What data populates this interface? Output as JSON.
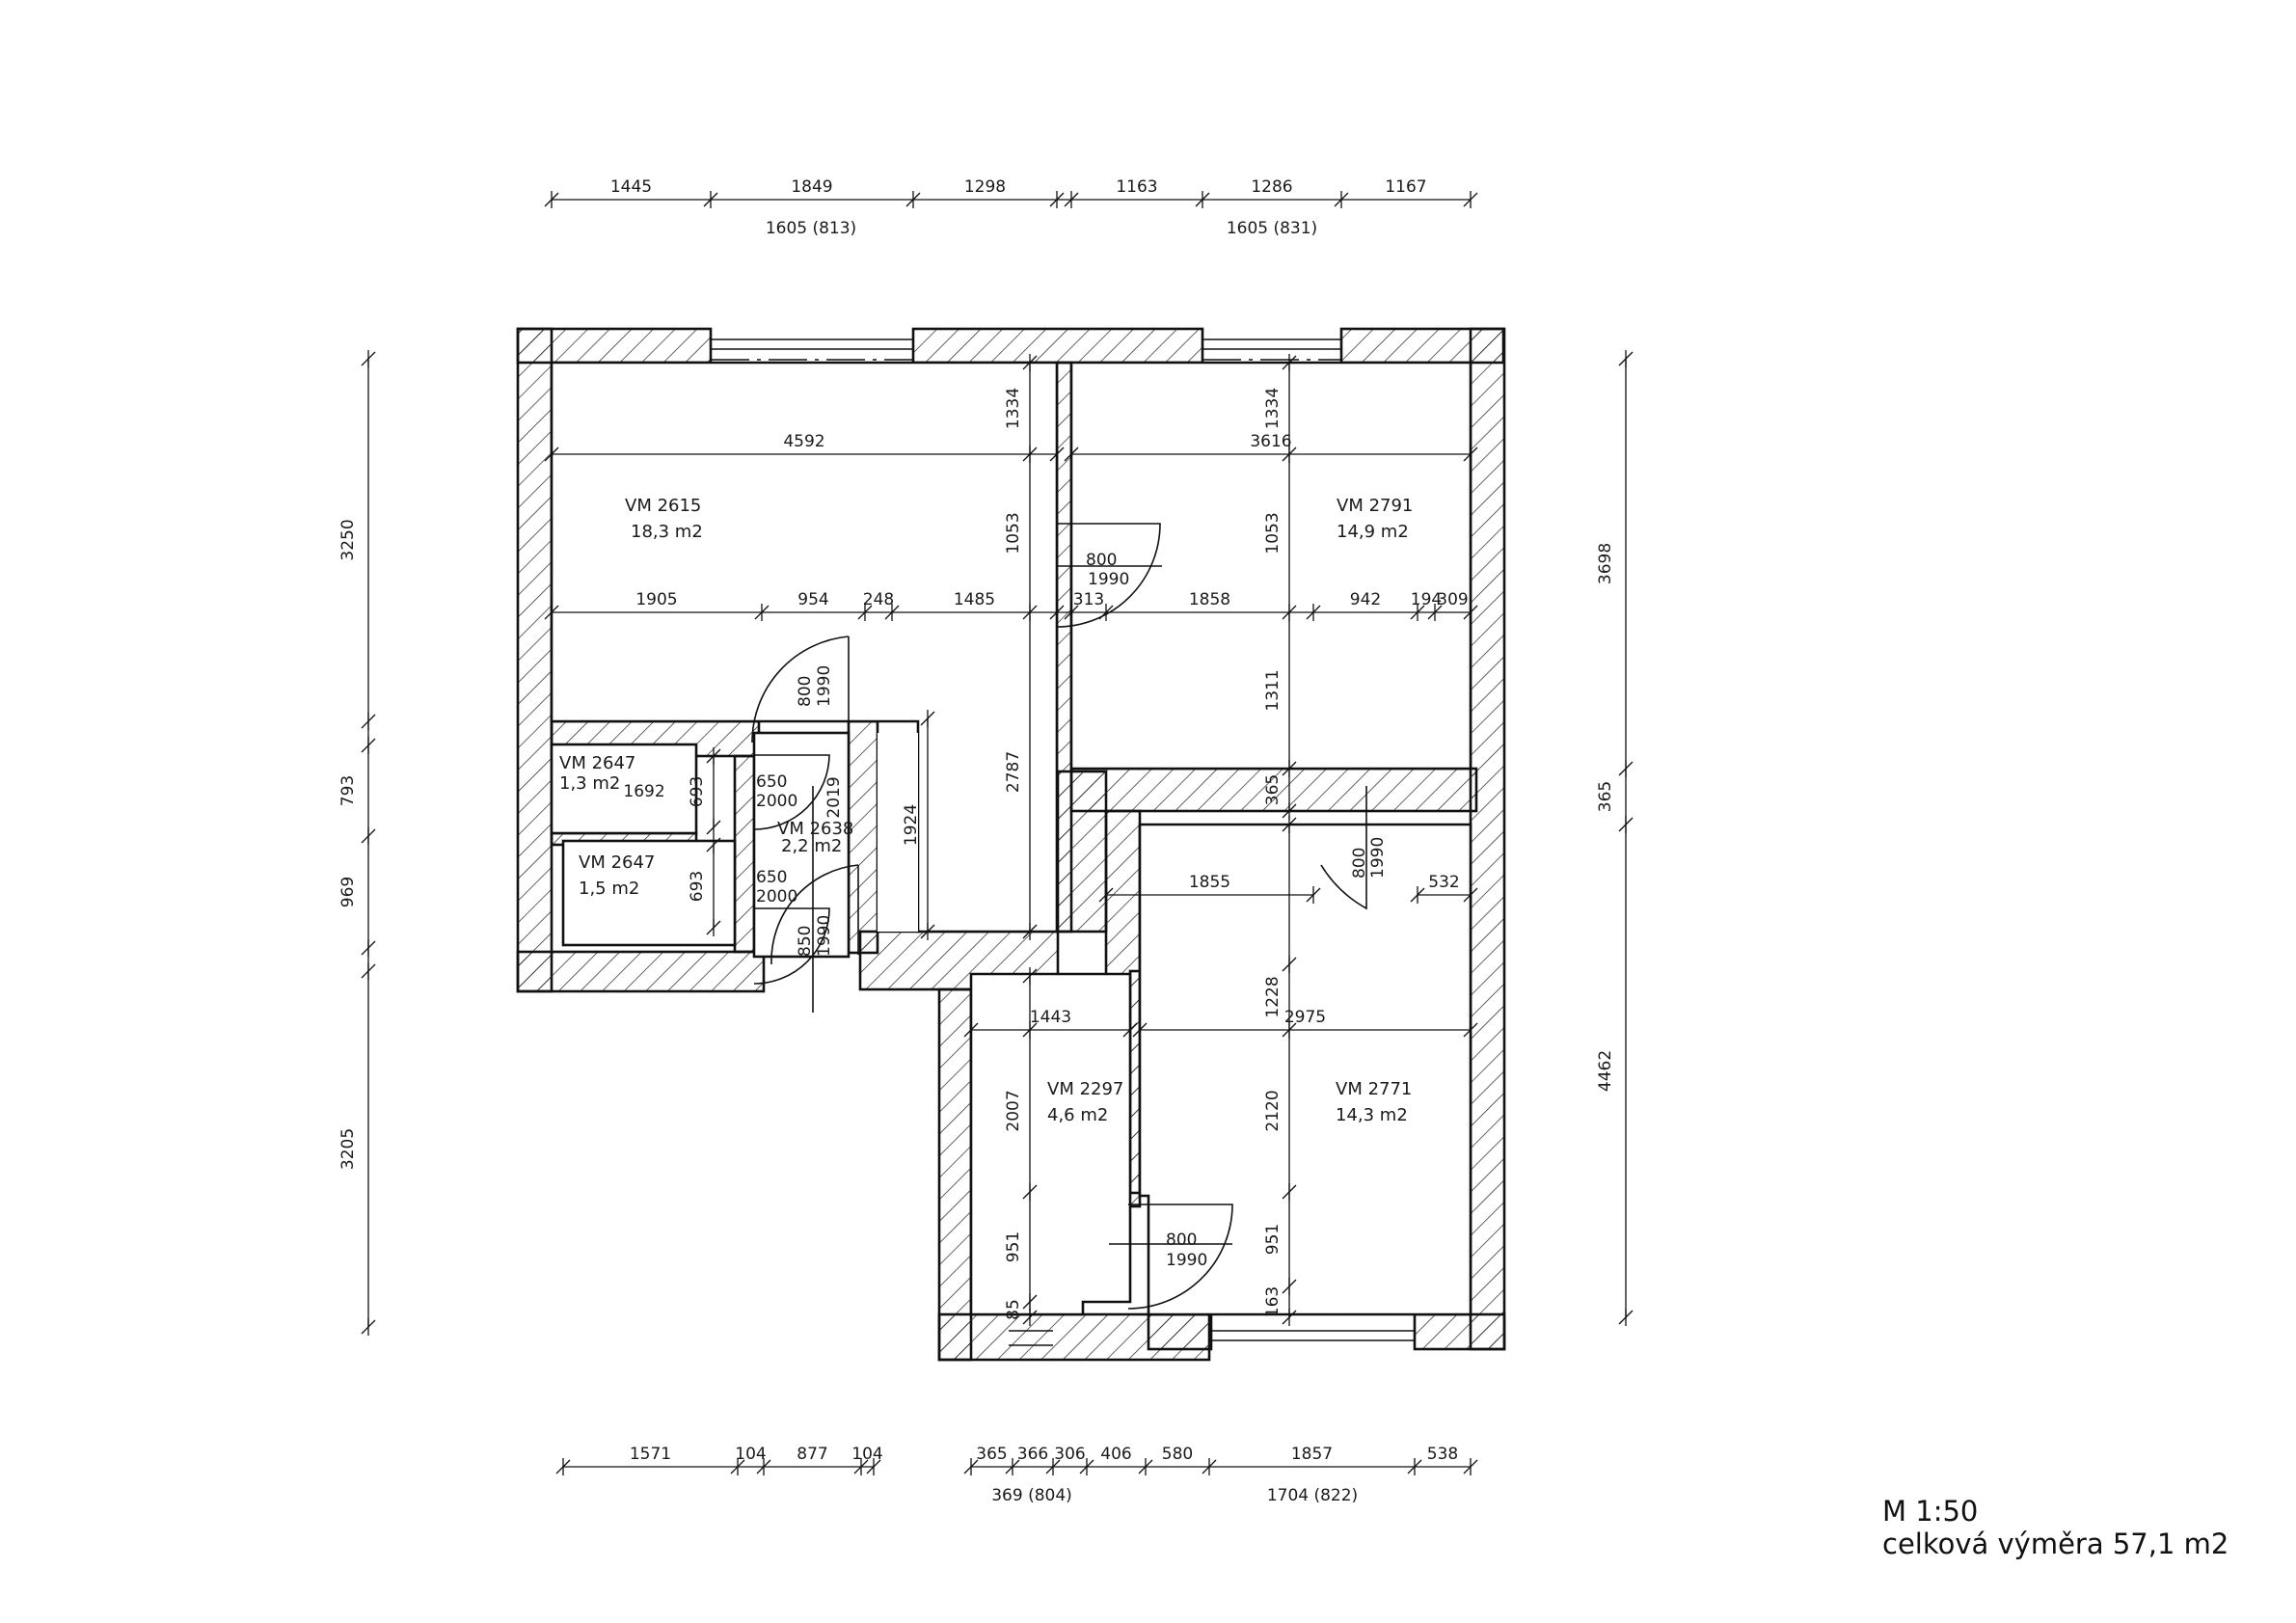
{
  "legend": {
    "scale": "M 1:50",
    "total_area": "celková výměra 57,1 m2"
  },
  "rooms": [
    {
      "id": "VM 2615",
      "area": "18,3 m2"
    },
    {
      "id": "VM 2791",
      "area": "14,9 m2"
    },
    {
      "id": "VM 2647",
      "area": "1,3 m2"
    },
    {
      "id": "VM 2647",
      "area": "1,5 m2"
    },
    {
      "id": "VM 2638",
      "area": "2,2 m2"
    },
    {
      "id": "VM 2297",
      "area": "4,6 m2"
    },
    {
      "id": "VM 2771",
      "area": "14,3 m2"
    }
  ],
  "top_dimensions": {
    "segments": [
      "1445",
      "1849",
      "1298",
      "1163",
      "1286",
      "1167"
    ],
    "openings": [
      "1605 (813)",
      "1605 (831)"
    ]
  },
  "bottom_dimensions": {
    "left_segments": [
      "1571",
      "104",
      "877",
      "104"
    ],
    "right_segments": [
      "365",
      "366",
      "306",
      "406",
      "580",
      "1857",
      "538"
    ],
    "openings": [
      "369 (804)",
      "1704 (822)"
    ]
  },
  "left_dimensions": [
    "3250",
    "793",
    "969",
    "3205"
  ],
  "right_dimensions": [
    "3698",
    "365",
    "4462"
  ],
  "interior_dimensions": {
    "room_2615": [
      "4592",
      "1905",
      "954",
      "248",
      "1485",
      "1334",
      "1053",
      "2787",
      "1924"
    ],
    "room_2791": [
      "3616",
      "313",
      "1858",
      "942",
      "194",
      "309",
      "1334",
      "1053",
      "1311",
      "365"
    ],
    "small_rooms": [
      "1692",
      "693",
      "693",
      "2019"
    ],
    "room_2771": [
      "1855",
      "532",
      "2975",
      "1228",
      "2120",
      "951",
      "163"
    ],
    "room_2297": [
      "1443",
      "2007",
      "951",
      "85"
    ]
  },
  "doors": [
    {
      "width": "800",
      "height": "1990"
    },
    {
      "width": "800",
      "height": "1990"
    },
    {
      "width": "650",
      "height": "2000"
    },
    {
      "width": "650",
      "height": "2000"
    },
    {
      "width": "850",
      "height": "1990"
    },
    {
      "width": "800",
      "height": "1990"
    },
    {
      "width": "800",
      "height": "1990"
    }
  ]
}
